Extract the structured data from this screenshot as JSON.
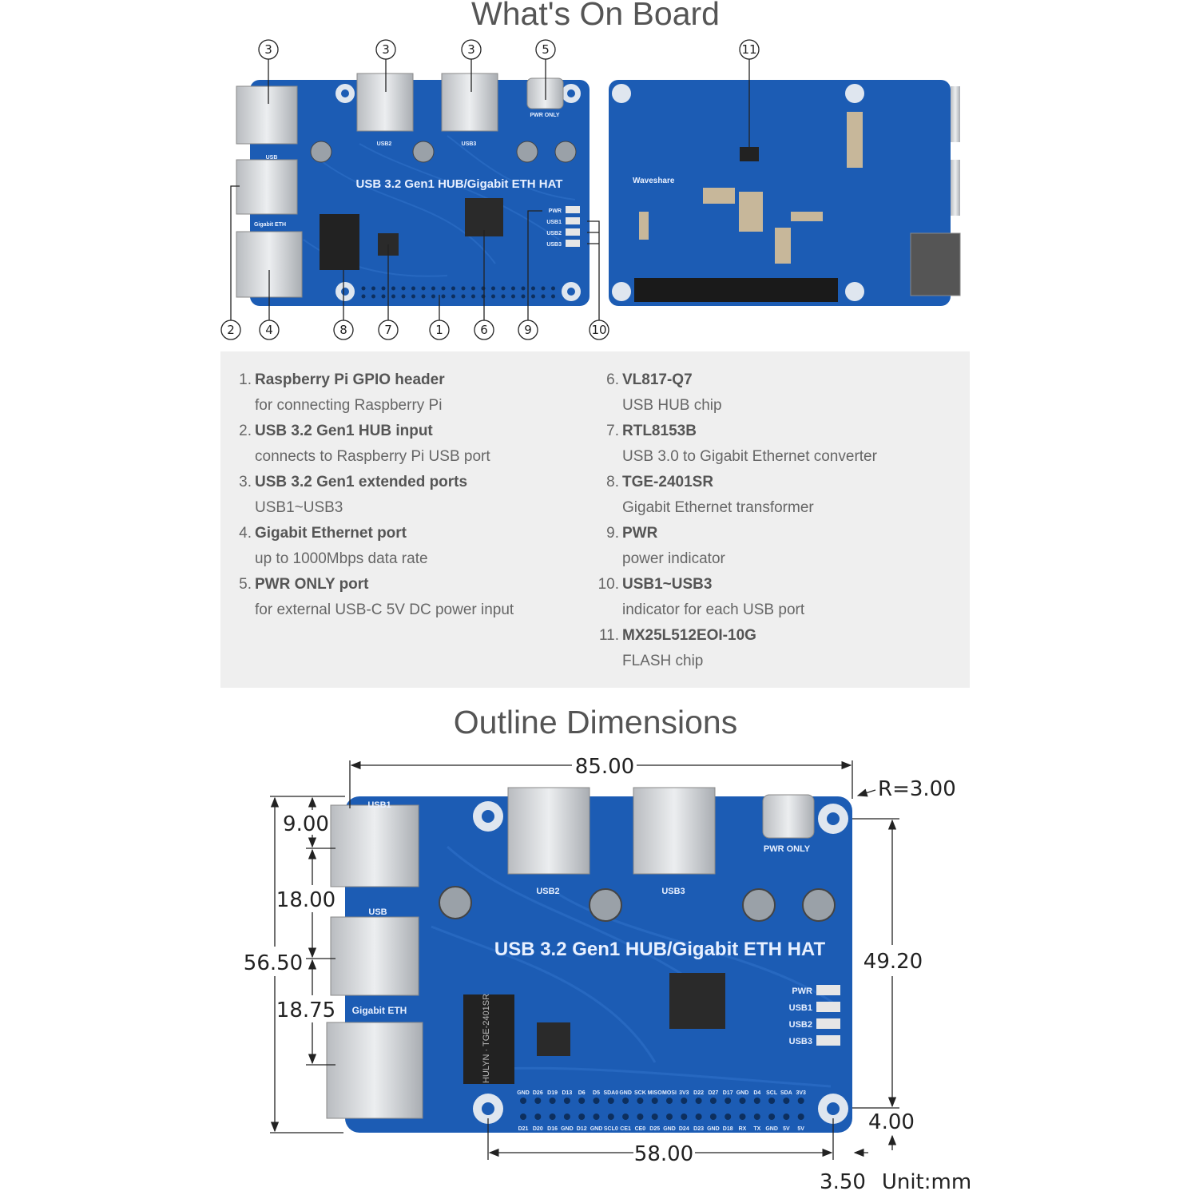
{
  "sections": {
    "on_board_title": "What's On Board",
    "dimensions_title": "Outline Dimensions"
  },
  "board": {
    "name": "USB 3.2 Gen1 HUB/Gigabit ETH HAT",
    "brand": "Waveshare",
    "port_labels": {
      "usb1": "USB1",
      "usb": "USB",
      "eth": "Gigabit ETH",
      "usb2": "USB2",
      "usb3": "USB3",
      "pwr_only": "PWR ONLY"
    },
    "led_labels": [
      "PWR",
      "USB1",
      "USB2",
      "USB3"
    ],
    "chip_marking_transformer": "HULYN · TGE-2401SR",
    "gpio_top": [
      "GND",
      "D26",
      "D19",
      "D13",
      "D6",
      "D5",
      "SDA0",
      "GND",
      "SCK",
      "MISO",
      "MOSI",
      "3V3",
      "D22",
      "D27",
      "D17",
      "GND",
      "D4",
      "SCL",
      "SDA",
      "3V3"
    ],
    "gpio_bottom": [
      "D21",
      "D20",
      "D16",
      "GND",
      "D12",
      "GND",
      "SCL0",
      "CE1",
      "CE0",
      "D25",
      "GND",
      "D24",
      "D23",
      "GND",
      "D18",
      "RX",
      "TX",
      "GND",
      "5V",
      "5V"
    ],
    "pcb_color": "#1c5cb4"
  },
  "callouts": {
    "top": [
      "3",
      "3",
      "3",
      "5",
      "11"
    ],
    "bottom": [
      "2",
      "4",
      "8",
      "7",
      "1",
      "6",
      "9",
      "10"
    ]
  },
  "features": [
    {
      "num": "1.",
      "title": "Raspberry Pi GPIO header",
      "desc": "for connecting Raspberry Pi"
    },
    {
      "num": "2.",
      "title": "USB 3.2 Gen1 HUB input",
      "desc": "connects to Raspberry Pi USB port"
    },
    {
      "num": "3.",
      "title": "USB 3.2 Gen1 extended ports",
      "desc": "USB1~USB3"
    },
    {
      "num": "4.",
      "title": "Gigabit Ethernet port",
      "desc": "up to 1000Mbps data rate"
    },
    {
      "num": "5.",
      "title": "PWR ONLY port",
      "desc": "for external USB-C 5V DC power input"
    },
    {
      "num": "6.",
      "title": "VL817-Q7",
      "desc": "USB HUB chip"
    },
    {
      "num": "7.",
      "title": "RTL8153B",
      "desc": "USB 3.0 to Gigabit Ethernet converter"
    },
    {
      "num": "8.",
      "title": "TGE-2401SR",
      "desc": "Gigabit Ethernet transformer"
    },
    {
      "num": "9.",
      "title": "PWR",
      "desc": "power indicator"
    },
    {
      "num": "10.",
      "title": "USB1~USB3",
      "desc": "indicator for each USB port"
    },
    {
      "num": "11.",
      "title": "MX25L512EOI-10G",
      "desc": "FLASH chip"
    }
  ],
  "dimensions": {
    "width": "85.00",
    "corner_radius": "R=3.00",
    "hole_spacing_v": "49.20",
    "hole_offset": "4.00",
    "hole_spacing_h": "58.00",
    "hole_edge": "3.50",
    "height": "56.50",
    "usb1_offset": "9.00",
    "usb_spacing": "18.00",
    "eth_spacing": "18.75",
    "unit": "Unit:mm"
  }
}
